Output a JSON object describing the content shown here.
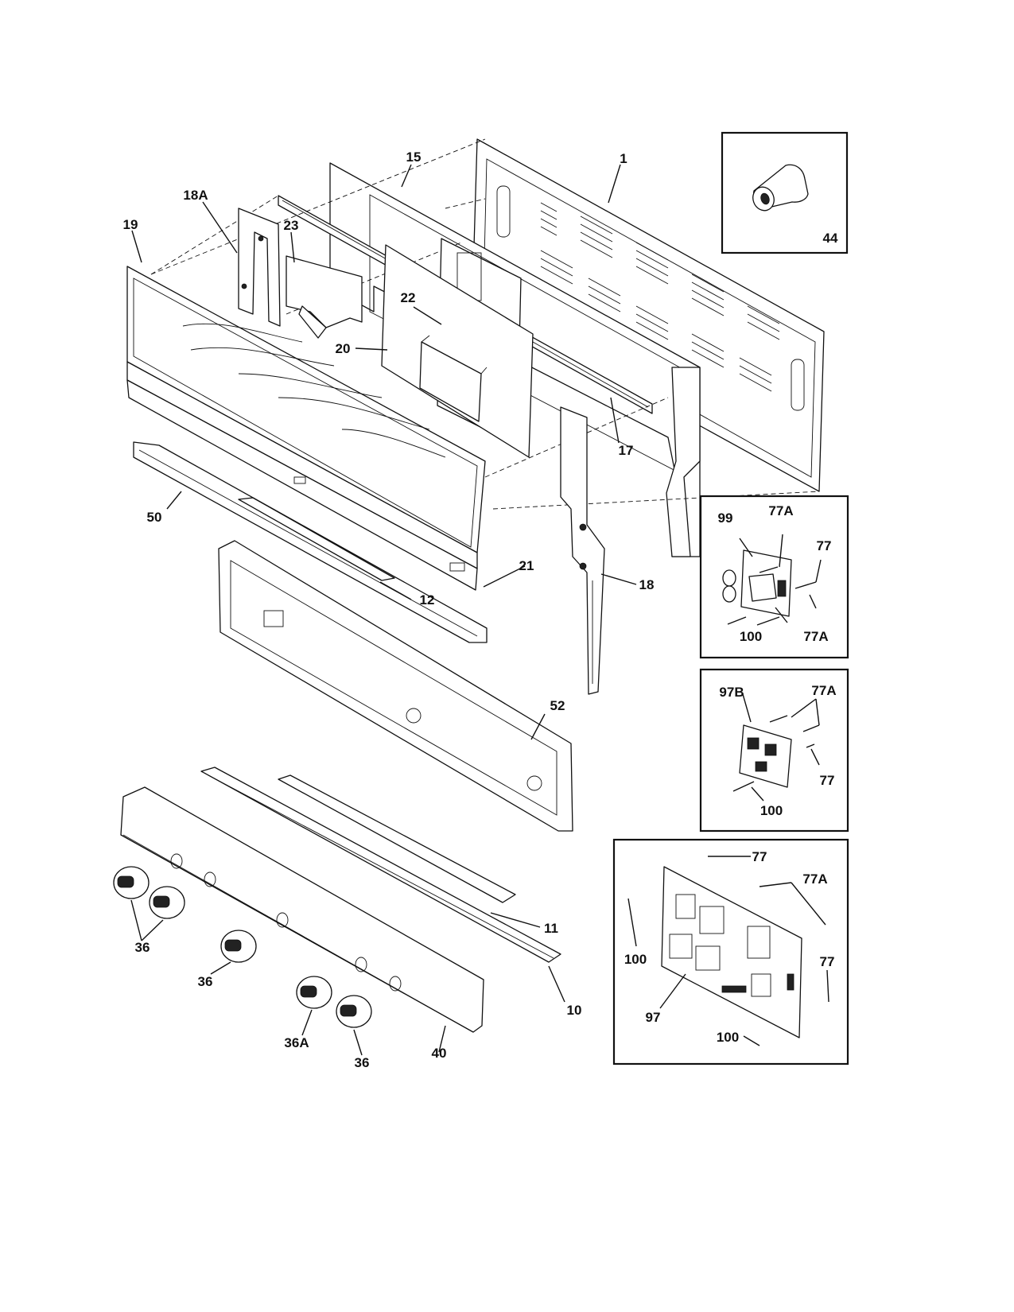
{
  "diagram": {
    "labels": {
      "l1": "1",
      "l15": "15",
      "l18A": "18A",
      "l19": "19",
      "l23": "23",
      "l22": "22",
      "l20": "20",
      "l17": "17",
      "l50": "50",
      "l21": "21",
      "l12": "12",
      "l18": "18",
      "l52": "52",
      "l11": "11",
      "l10": "10",
      "l36a": "36",
      "l36b": "36",
      "l36A": "36A",
      "l36c": "36",
      "l40": "40",
      "l44": "44"
    },
    "inset_a": {
      "l99": "99",
      "l77Aa": "77A",
      "l77": "77",
      "l100": "100",
      "l77Ab": "77A"
    },
    "inset_b": {
      "l97B": "97B",
      "l77A": "77A",
      "l77": "77",
      "l100": "100"
    },
    "inset_c": {
      "l77a": "77",
      "l77A": "77A",
      "l100a": "100",
      "l77b": "77",
      "l97": "97",
      "l100b": "100"
    }
  }
}
